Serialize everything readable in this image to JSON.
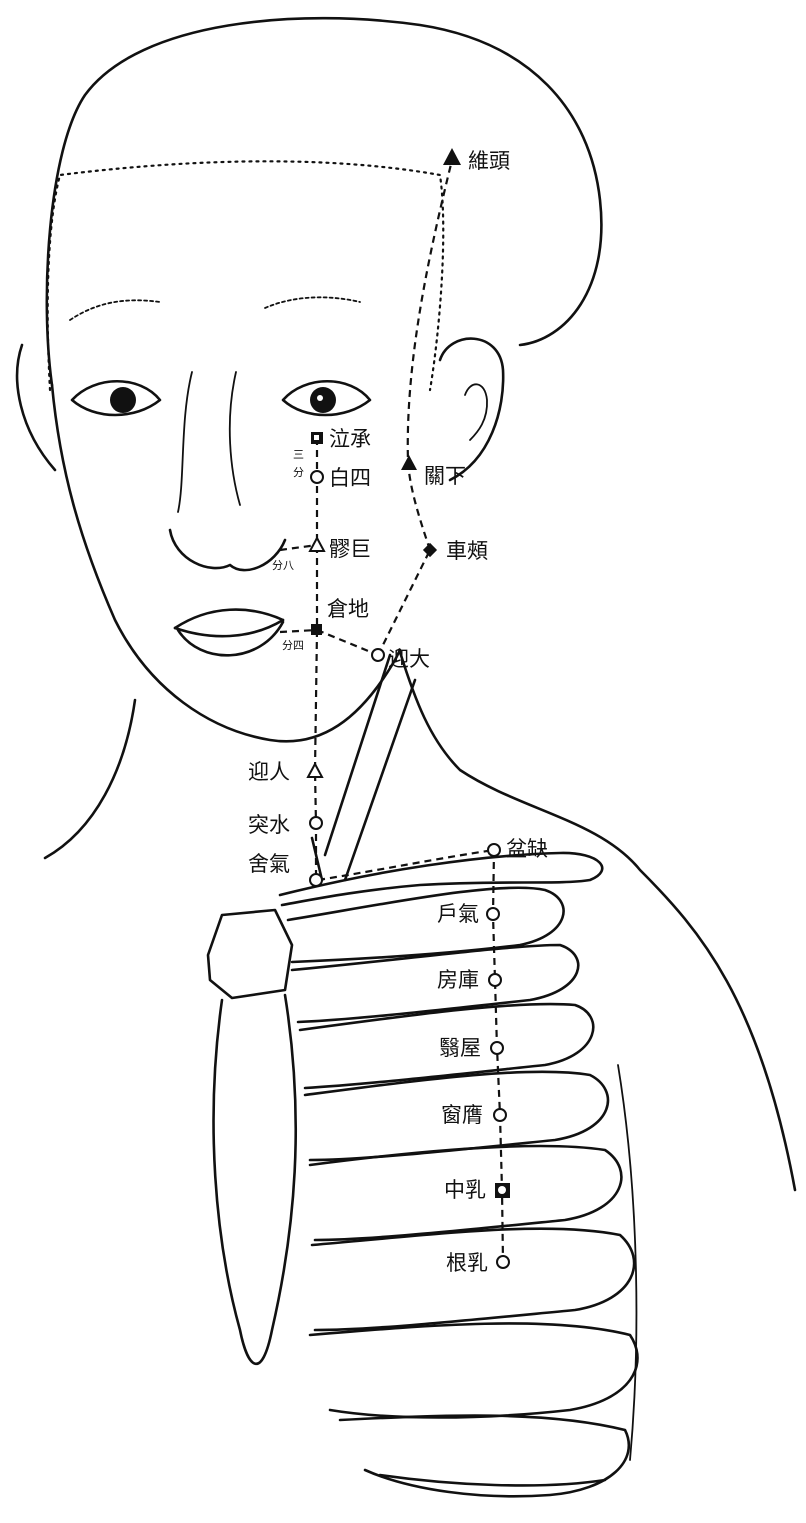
{
  "colors": {
    "ink": "#111111",
    "paper": "#ffffff"
  },
  "points": {
    "touwei": "維頭",
    "xiaguan": "關下",
    "jiache": "車頰",
    "chengqi": "泣承",
    "sibai": "白四",
    "juliao": "髎巨",
    "dicang": "倉地",
    "daying": "迎大",
    "renying": "迎人",
    "shuitu": "突水",
    "qishe": "舍氣",
    "quepen": "盆缺",
    "qihu": "戶氣",
    "kufang": "房庫",
    "wuyi": "翳屋",
    "yingchuang": "窗膺",
    "ruzhong": "中乳",
    "rugen": "根乳"
  },
  "measures": {
    "san": "三",
    "fen": "分",
    "fen_ba": "分八",
    "fen_si": "分四"
  }
}
